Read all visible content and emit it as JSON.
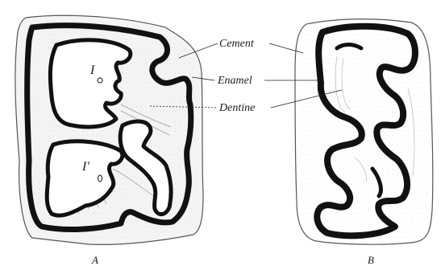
{
  "figure": {
    "panels": [
      {
        "id": "A",
        "caption": "A"
      },
      {
        "id": "B",
        "caption": "B"
      }
    ],
    "labels": {
      "cement": "Cement",
      "enamel": "Enamel",
      "dentine": "Dentine"
    },
    "inner_marks": {
      "upper": "I",
      "lower": "I'"
    }
  }
}
